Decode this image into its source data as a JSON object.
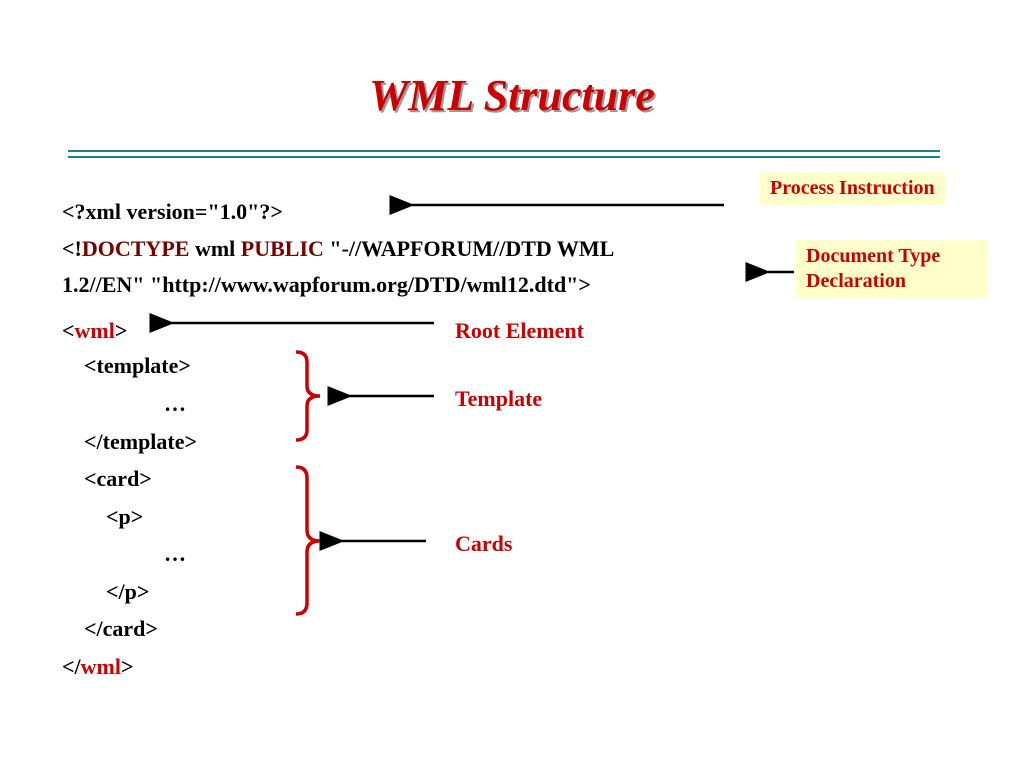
{
  "slide": {
    "title": "WML Structure"
  },
  "code": {
    "xml_decl": "<?xml version=\"1.0\"?>",
    "doctype_open": "<!",
    "doctype_kw": "DOCTYPE",
    "doctype_wml": " wml ",
    "doctype_public": "PUBLIC",
    "doctype_rest": " \"-//WAPFORUM//DTD WML",
    "doctype_line2": "1.2//EN\" \"http://www.wapforum.org/DTD/wml12.dtd\">",
    "wml_open_lt": "<",
    "wml_open_name": "wml",
    "wml_open_gt": ">",
    "template_open": "<template>",
    "template_ellipsis": "…",
    "template_close": "</template>",
    "card_open": "<card>",
    "p_open": "<p>",
    "p_ellipsis": "…",
    "p_close": "</p>",
    "card_close": "</card>",
    "wml_close_lt": "</",
    "wml_close_name": "wml",
    "wml_close_gt": ">"
  },
  "annotations": {
    "process_instruction": "Process Instruction",
    "doctype_line1": "Document Type",
    "doctype_line2": "Declaration",
    "root_element": "Root Element",
    "template": "Template",
    "cards": "Cards"
  },
  "colors": {
    "title": "#cc0000",
    "rule": "#1d7f86",
    "callout_bg": "#ffffcc",
    "brace": "#cc0000"
  }
}
